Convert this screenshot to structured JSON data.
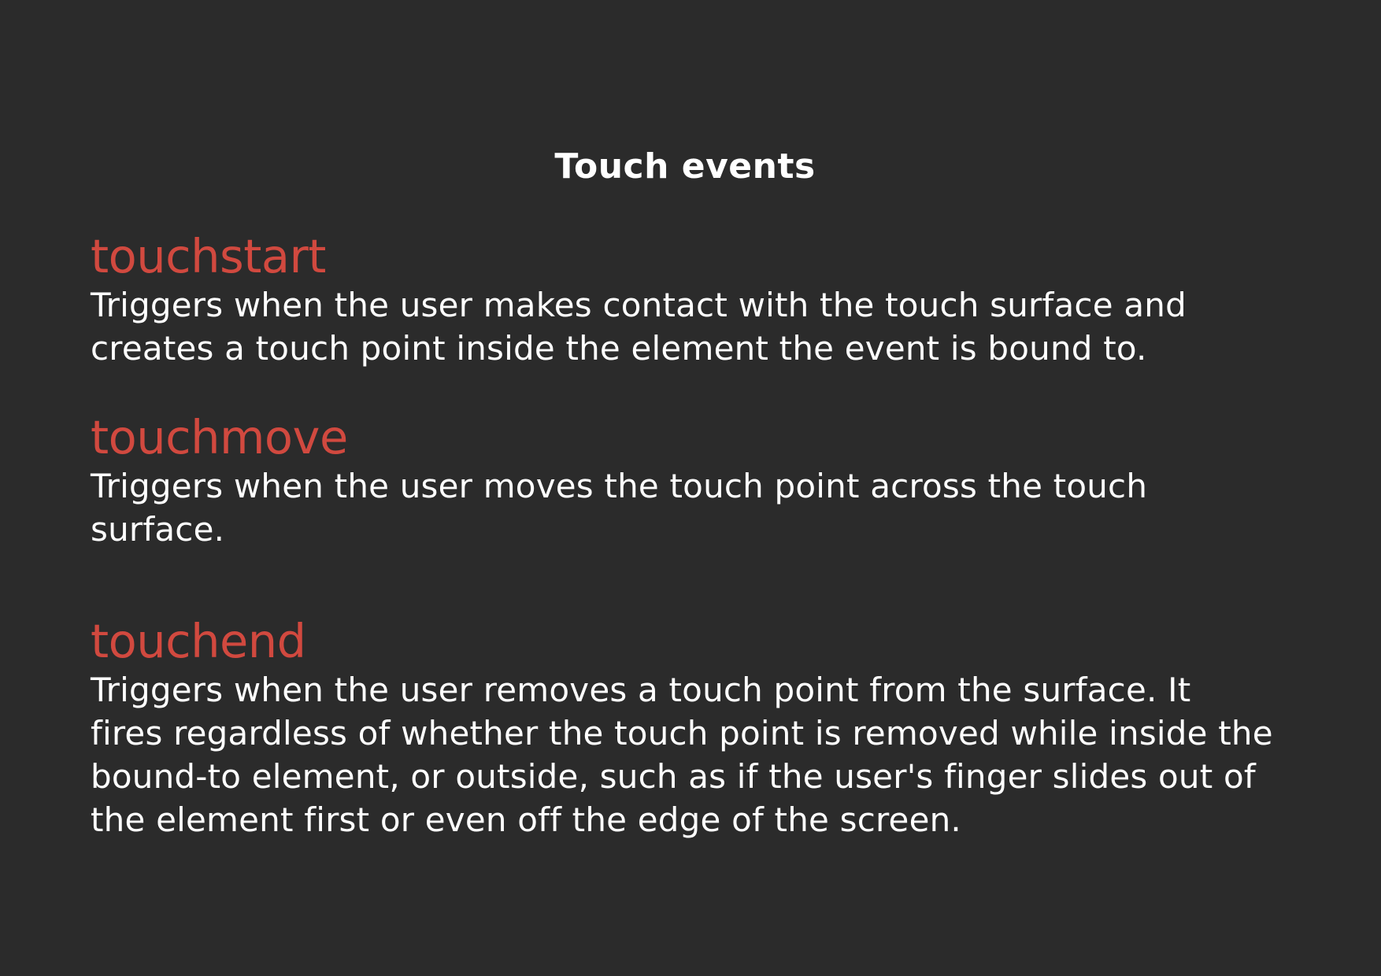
{
  "title": "Touch events",
  "events": [
    {
      "name": "touchstart",
      "lines": [
        "Triggers when the user makes contact with the touch surface and",
        "creates a touch point inside the element the event is bound to."
      ]
    },
    {
      "name": "touchmove",
      "lines": [
        "Triggers when the user moves the touch point across the touch",
        "surface."
      ]
    },
    {
      "name": "touchend",
      "lines": [
        "Triggers when the user removes a touch point from the surface. It",
        "fires regardless of whether the touch point is removed while inside the",
        "bound-to element, or outside, such as if the user's finger slides out of",
        "the element first or even off the edge of the screen."
      ]
    }
  ],
  "colors": {
    "background": "#2b2b2b",
    "title": "#ffffff",
    "event_name": "#d1493f",
    "description": "#ffffff"
  }
}
